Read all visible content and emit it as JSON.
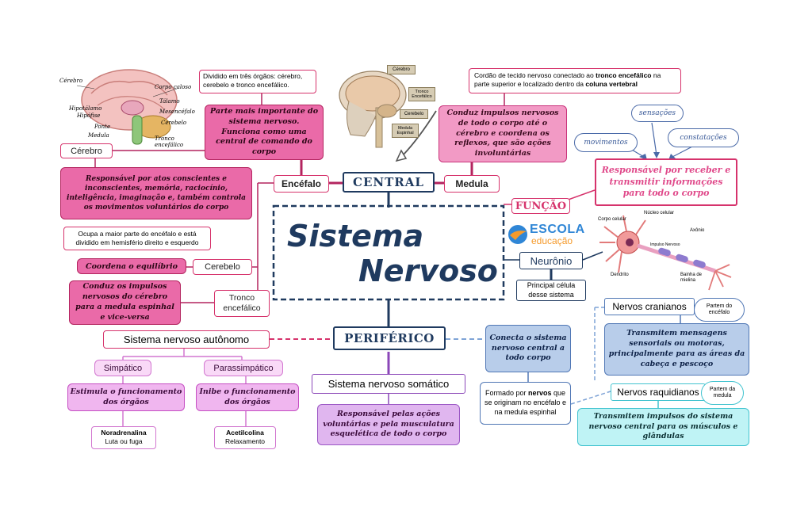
{
  "title_line1": "Sistema",
  "title_line2": "Nervoso",
  "logo": {
    "line1": "ESCOLA",
    "line2": "educação"
  },
  "central": {
    "label": "CENTRAL",
    "encefalo": "Encéfalo",
    "medula": "Medula",
    "encefalo_desc": "Dividido em três órgãos: cérebro, cerebelo e tronco encefálico.",
    "encefalo_role": "Parte mais importante do sistema nervoso. Funciona como uma central de comando do corpo",
    "medula_desc_parts": [
      "Cordão de tecido nervoso conectado ao ",
      "tronco encefálico",
      " na parte superior e localizado dentro da ",
      "coluna vertebral"
    ],
    "medula_role": "Conduz impulsos nervosos de todo o corpo até o cérebro e coordena os reflexos, que são ações involuntárias"
  },
  "cerebro": {
    "label": "Cérebro",
    "role": "Responsável por atos conscientes e inconscientes, memória, raciocínio, inteligência, imaginação e, também controla os movimentos voluntários do corpo",
    "desc": "Ocupa a maior parte do encéfalo e está dividido em hemisfério direito e esquerdo"
  },
  "cerebelo": {
    "label": "Cerebelo",
    "role": "Coordena o equilíbrio"
  },
  "tronco": {
    "label": "Tronco encefálico",
    "role": "Conduz os impulsos nervosos do cérebro para a medula espinhal e vice-versa"
  },
  "brain_labels": [
    "Cérebro",
    "Corpo caloso",
    "Tálamo",
    "Hipotálamo",
    "Hipófise",
    "Mesencéfalo",
    "Ponte",
    "Cerebelo",
    "Medula",
    "Tronco encefálico"
  ],
  "head_labels": [
    "Cérebro",
    "Tronco Encefálico",
    "Cerebelo",
    "Medula Espinhal"
  ],
  "funcao": {
    "label": "FUNÇÃO",
    "role": "Responsável por receber e transmitir informações para todo o corpo",
    "clouds": [
      "sensações",
      "movimentos",
      "constatações"
    ]
  },
  "neuronio": {
    "label": "Neurônio",
    "desc": "Principal célula desse sistema",
    "diagram_labels": [
      "Núcleo celular",
      "Corpo celular",
      "Axônio",
      "Impulso Nervoso",
      "Dendrito",
      "Bainha de mielina"
    ]
  },
  "periferico": {
    "label": "PERIFÉRICO",
    "role": "Conecta o sistema nervoso central a todo corpo",
    "desc_parts": [
      "Formado por ",
      "nervos",
      " que se originam no encéfalo e na medula espinhal"
    ]
  },
  "autonomo": {
    "label": "Sistema nervoso autônomo",
    "simpatico": "Simpático",
    "parassimpatico": "Parassimpático",
    "simp_role": "Estimula o funcionamento dos órgãos",
    "paras_role": "Inibe o funcionamento dos órgãos",
    "simp_hormone": "Noradrenalina",
    "simp_effect": "Luta ou fuga",
    "paras_hormone": "Acetilcolina",
    "paras_effect": "Relaxamento"
  },
  "somatico": {
    "label": "Sistema nervoso somático",
    "role": "Responsável pelas ações voluntárias e pela musculatura esquelética de todo o corpo"
  },
  "cranianos": {
    "label": "Nervos cranianos",
    "origin": "Partem do encéfalo",
    "role": "Transmitem mensagens sensoriais ou motoras, principalmente para as áreas da cabeça e pescoço"
  },
  "raquidianos": {
    "label": "Nervos raquidianos",
    "origin": "Partem da medula",
    "role": "Transmitem impulsos do sistema nervoso central para os músculos e glândulas"
  }
}
